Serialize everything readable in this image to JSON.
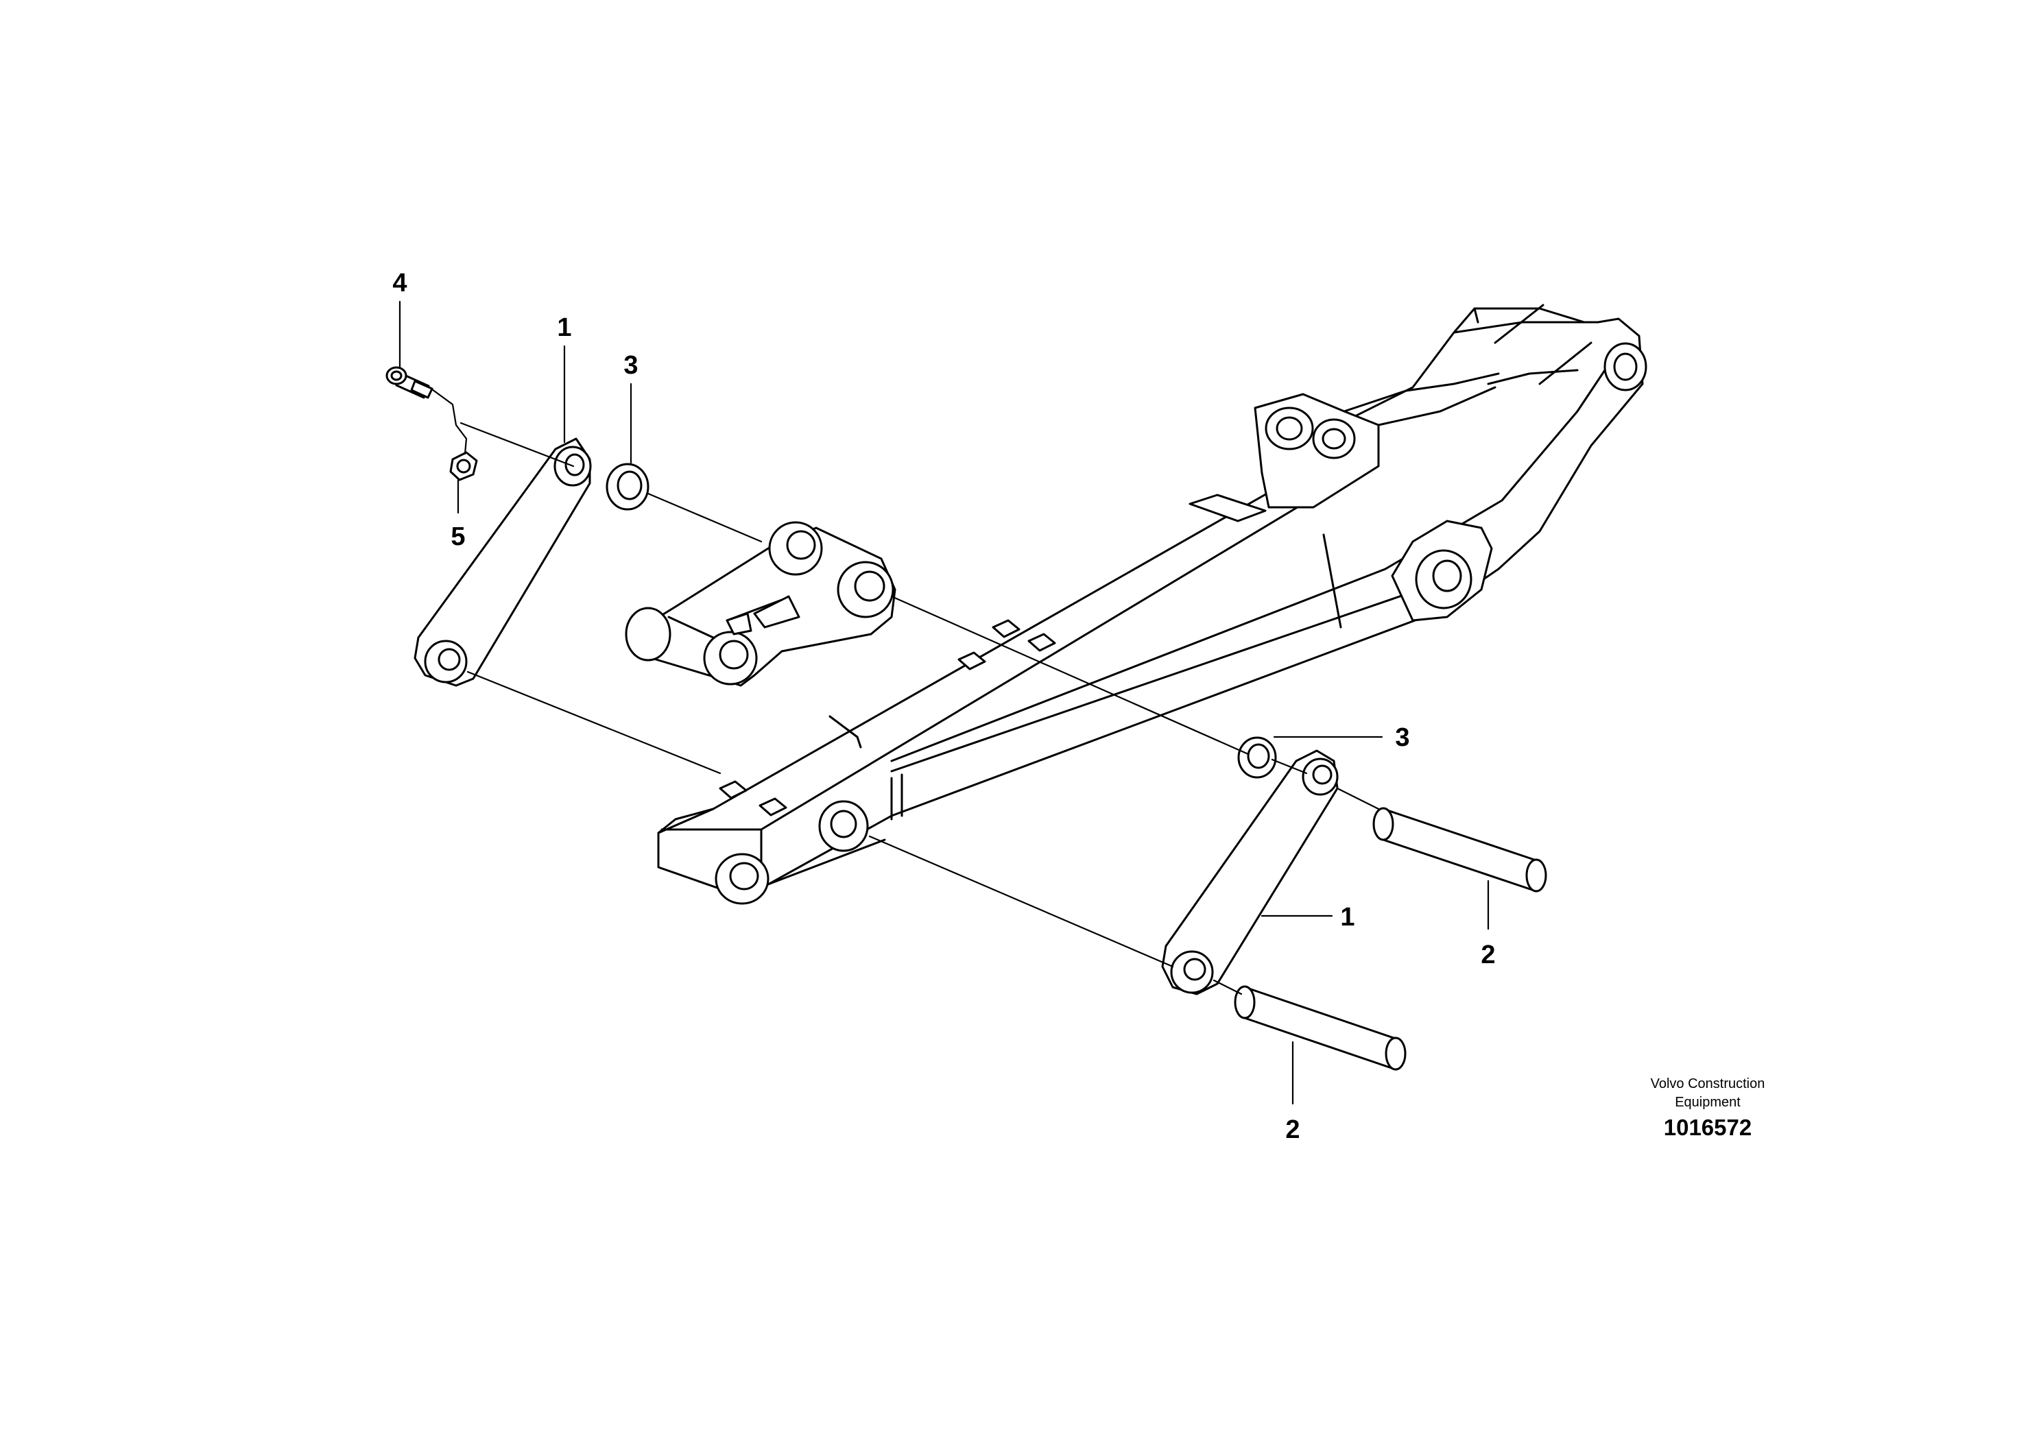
{
  "callouts": {
    "c1a": "1",
    "c1b": "1",
    "c2a": "2",
    "c2b": "2",
    "c3a": "3",
    "c3b": "3",
    "c4": "4",
    "c5": "5"
  },
  "brand": {
    "line1": "Volvo Construction",
    "line2": "Equipment",
    "number": "1016572"
  }
}
